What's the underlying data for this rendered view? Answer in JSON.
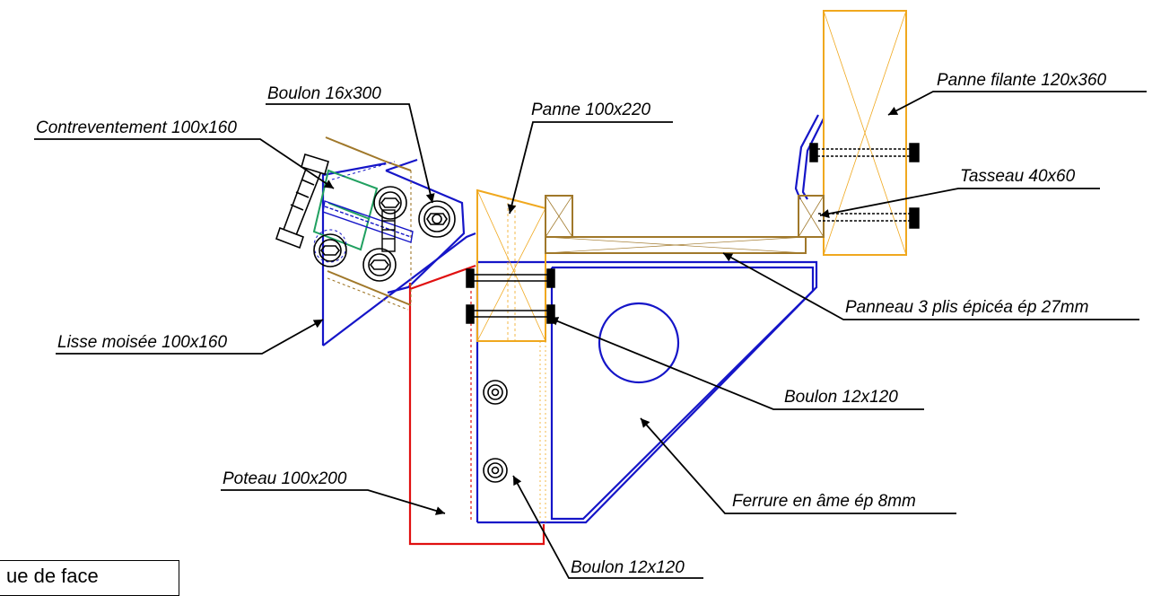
{
  "colors": {
    "steel_plate": "#1515c8",
    "timber_yellow": "#f0a81e",
    "timber_brown": "#a0782a",
    "bracing_green": "#20a060",
    "post_red": "#e01010",
    "leader": "#000000"
  },
  "labels": {
    "boulon_16x300": "Boulon 16x300",
    "contreventement": "Contreventement 100x160",
    "panne_100x220": "Panne 100x220",
    "panne_filante": "Panne filante 120x360",
    "tasseau": "Tasseau 40x60",
    "panneau_3_plis": "Panneau 3 plis épicéa ép 27mm",
    "lisse_moisee": "Lisse moisée 100x160",
    "boulon_12x120_right": "Boulon 12x120",
    "poteau": "Poteau 100x200",
    "ferrure": "Ferrure en âme ép 8mm",
    "boulon_12x120_bottom": "Boulon 12x120"
  },
  "title_block": {
    "view_name": "ue de face"
  }
}
